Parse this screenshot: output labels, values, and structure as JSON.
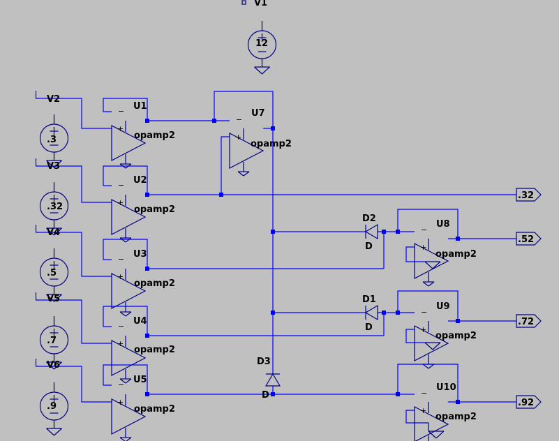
{
  "supplies": [
    {
      "name": "V1",
      "value": "12"
    },
    {
      "name": "V2",
      "value": ".3"
    },
    {
      "name": "V3",
      "value": ".32"
    },
    {
      "name": "V4",
      "value": ".5"
    },
    {
      "name": "V5",
      "value": ".7"
    },
    {
      "name": "V6",
      "value": ".9"
    }
  ],
  "opamps": [
    {
      "name": "U1",
      "model": "opamp2"
    },
    {
      "name": "U2",
      "model": "opamp2"
    },
    {
      "name": "U3",
      "model": "opamp2"
    },
    {
      "name": "U4",
      "model": "opamp2"
    },
    {
      "name": "U5",
      "model": "opamp2"
    },
    {
      "name": "U7",
      "model": "opamp2"
    },
    {
      "name": "U8",
      "model": "opamp2"
    },
    {
      "name": "U9",
      "model": "opamp2"
    },
    {
      "name": "U10",
      "model": "opamp2"
    }
  ],
  "diodes": [
    {
      "name": "D2",
      "model": "D"
    },
    {
      "name": "D1",
      "model": "D"
    },
    {
      "name": "D3",
      "model": "D"
    }
  ],
  "outputs": [
    ".32",
    ".52",
    ".72",
    ".92"
  ],
  "pins": {
    "minus": "−",
    "plus": "+"
  }
}
